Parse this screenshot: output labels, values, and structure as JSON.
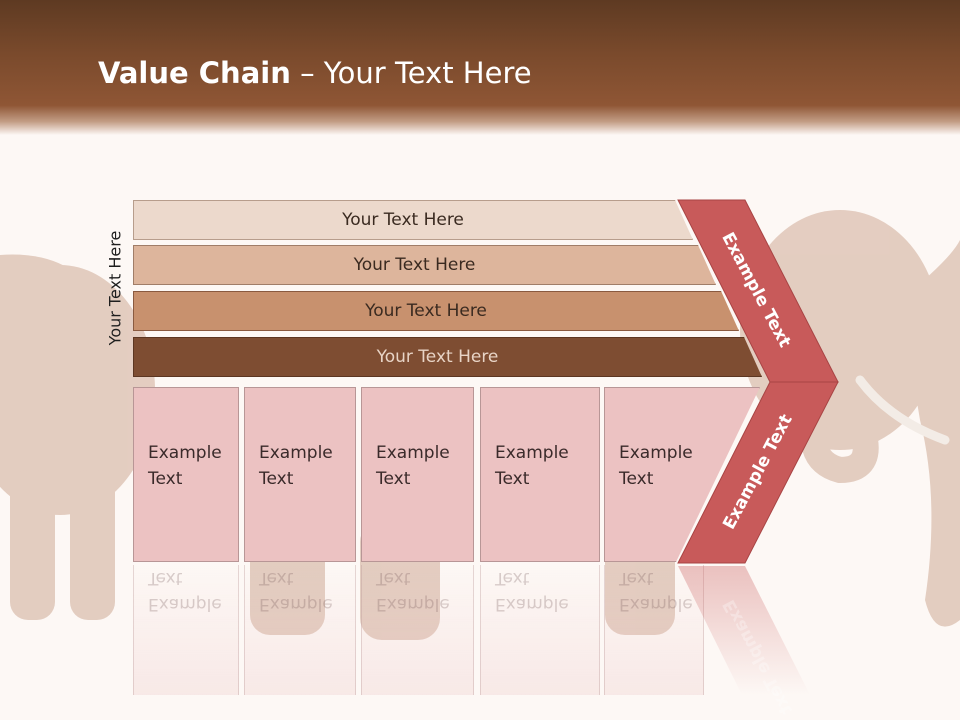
{
  "title": {
    "bold": "Value Chain",
    "rest": " – Your Text Here"
  },
  "side_label": "Your Text Here",
  "bars": [
    "Your Text Here",
    "Your Text Here",
    "Your Text Here",
    "Your Text Here"
  ],
  "boxes": [
    {
      "line1": "Example",
      "line2": "Text"
    },
    {
      "line1": "Example",
      "line2": "Text"
    },
    {
      "line1": "Example",
      "line2": "Text"
    },
    {
      "line1": "Example",
      "line2": "Text"
    },
    {
      "line1": "Example",
      "line2": "Text"
    }
  ],
  "chevron": {
    "top_text": "Example Text",
    "bottom_text": "Example Text"
  },
  "colors": {
    "header": "#7a4a2c",
    "chevron": "#c85a5a",
    "boxes": "#ecc2c2"
  }
}
